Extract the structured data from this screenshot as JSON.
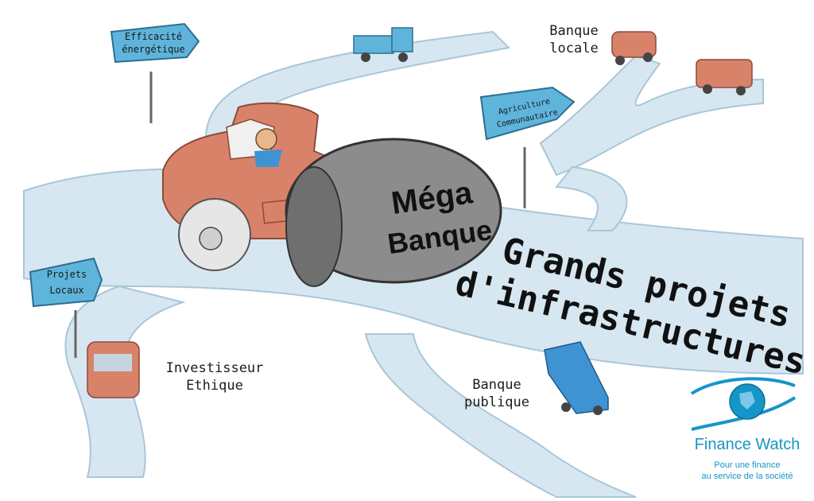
{
  "signs": {
    "efficacite_line1": "Efficacité",
    "efficacite_line2": "énergétique",
    "agriculture_line1": "Agriculture",
    "agriculture_line2": "Communautaire",
    "projets_line1": "Projets",
    "projets_line2": "Locaux"
  },
  "roads": {
    "banque_locale_line1": "Banque",
    "banque_locale_line2": "locale",
    "investisseur_line1": "Investisseur",
    "investisseur_line2": "Ethique",
    "banque_publique_line1": "Banque",
    "banque_publique_line2": "publique",
    "grands_line1": "Grands projets",
    "grands_line2": "d'infrastructures"
  },
  "roller": {
    "line1": "Méga",
    "line2": "Banque"
  },
  "brand": {
    "name": "Finance Watch",
    "tagline_line1": "Pour une finance",
    "tagline_line2": "au service de la société"
  },
  "colors": {
    "road": "#d6e7f1",
    "sign": "#5fb4dc",
    "vehicle_red": "#d9826a",
    "brand_blue": "#1596c8"
  }
}
